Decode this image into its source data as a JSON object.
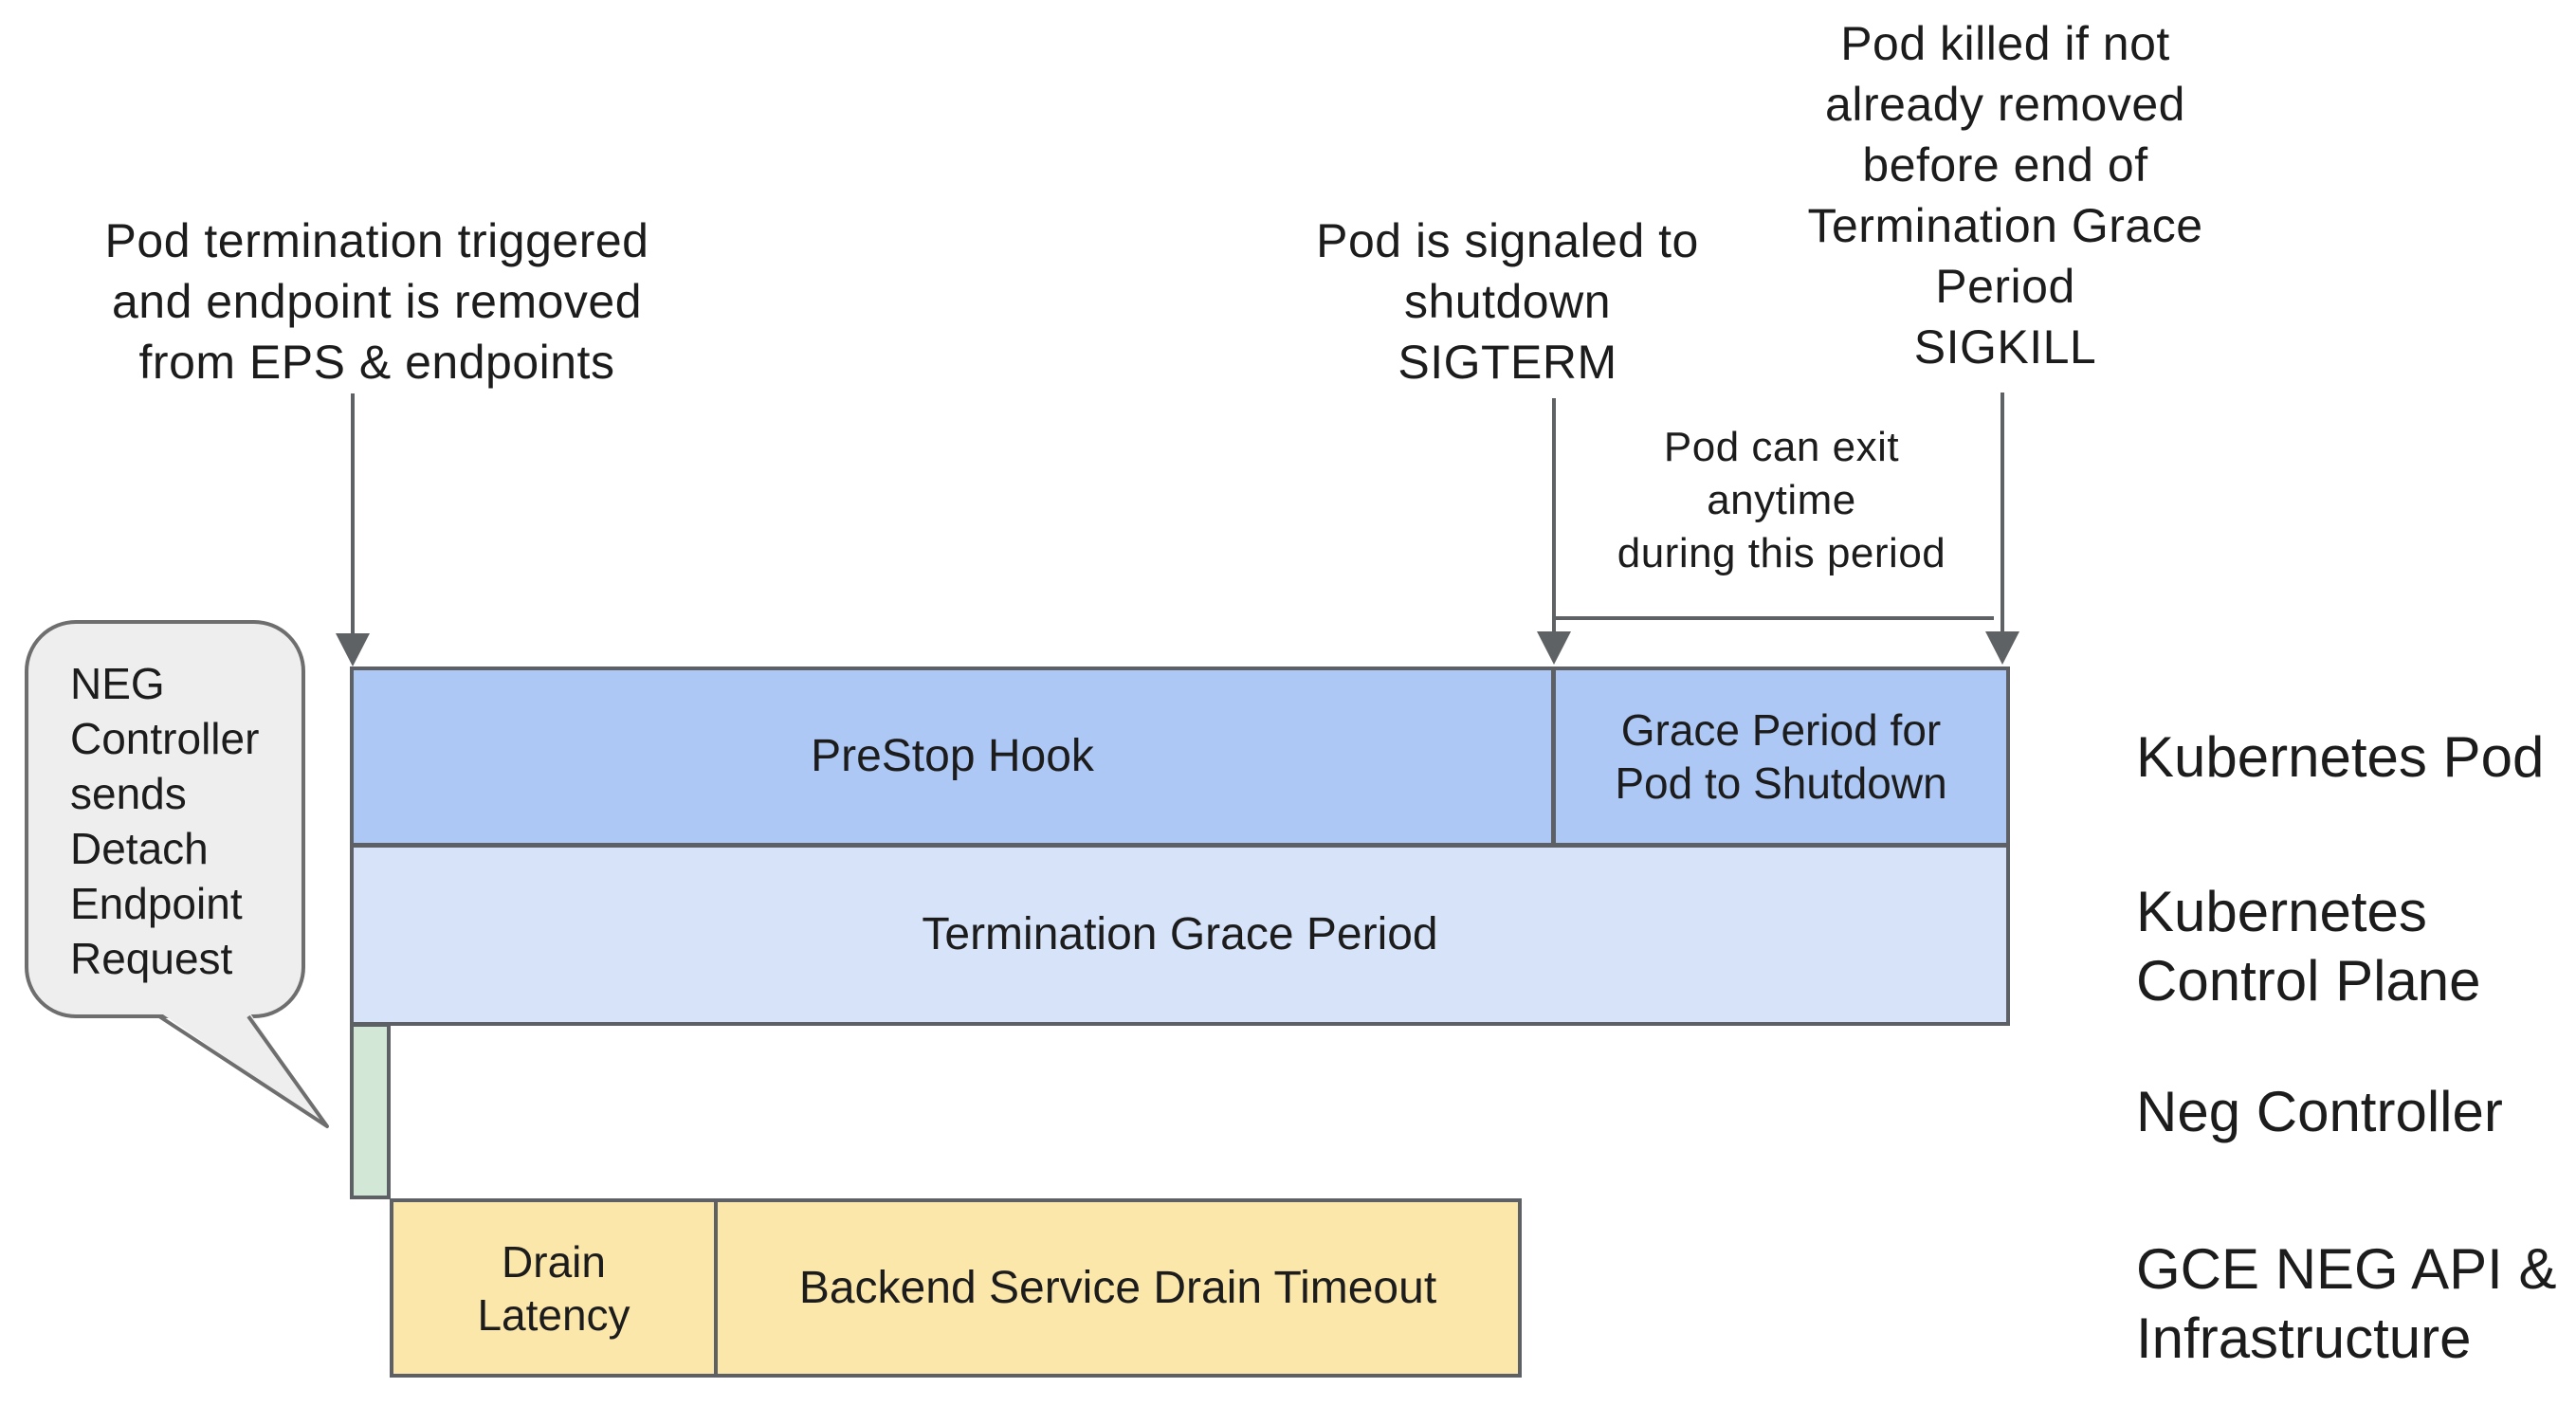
{
  "colors": {
    "bar_blue": "#adc8f4",
    "bar_light_blue": "#d6e3f8",
    "bar_green": "#d2e7d5",
    "bar_yellow": "#fbe7aa",
    "box_border": "#5d6064",
    "arrow_gray": "#5f6264",
    "callout_fill": "#eeeeee",
    "callout_border": "#6e6e6e",
    "text": "#1c1c1c"
  },
  "annotations": {
    "pod_termination": {
      "lines": [
        "Pod termination triggered",
        "and endpoint is removed",
        "from EPS & endpoints"
      ]
    },
    "sigterm": {
      "lines": [
        "Pod is signaled to",
        "shutdown",
        "SIGTERM"
      ]
    },
    "sigkill": {
      "lines": [
        "Pod killed if not",
        "already removed",
        "before end of",
        "Termination Grace",
        "Period",
        "SIGKILL"
      ]
    },
    "exit_window": {
      "lines": [
        "Pod can exit anytime",
        "during this period"
      ]
    }
  },
  "callout": {
    "lines": [
      "NEG",
      "Controller",
      "sends",
      "Detach",
      "Endpoint",
      "Request"
    ]
  },
  "timeline": {
    "prestop_label": "PreStop Hook",
    "grace_lines": [
      "Grace Period for",
      "Pod to Shutdown"
    ],
    "termination_label": "Termination Grace Period",
    "drain_lines": [
      "Drain",
      "Latency"
    ],
    "backend_label": "Backend Service Drain Timeout"
  },
  "row_labels": {
    "kubernetes_pod": {
      "lines": [
        "Kubernetes Pod"
      ]
    },
    "control_plane": {
      "lines": [
        "Kubernetes",
        "Control Plane"
      ]
    },
    "neg_controller": {
      "lines": [
        "Neg Controller"
      ]
    },
    "gce": {
      "lines": [
        "GCE NEG API &",
        "Infrastructure"
      ]
    }
  }
}
